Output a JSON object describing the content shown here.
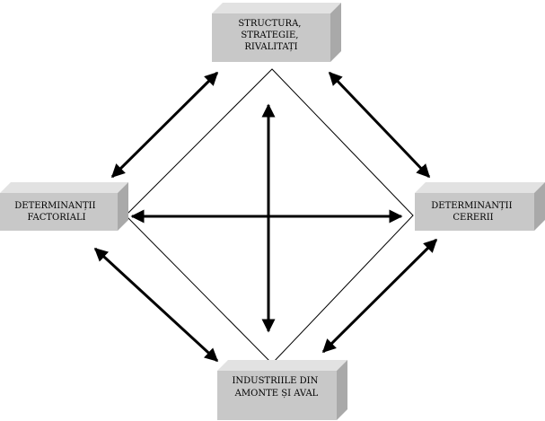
{
  "diagram": {
    "colors": {
      "box_front": "#c8c8c8",
      "box_top": "#e2e2e2",
      "box_side": "#a9a9a9",
      "line": "#000000",
      "background": "#ffffff"
    },
    "boxes": {
      "top": {
        "lines": [
          "STRUCTURA,",
          "STRATEGIE,",
          "RIVALITAȚI"
        ]
      },
      "left": {
        "lines": [
          "DETERMINANȚII",
          "FACTORIALI"
        ]
      },
      "right": {
        "lines": [
          "DETERMINANȚII",
          "CERERII"
        ]
      },
      "bottom": {
        "lines": [
          "INDUSTRIILE DIN",
          "AMONTE ȘI AVAL"
        ]
      }
    }
  }
}
